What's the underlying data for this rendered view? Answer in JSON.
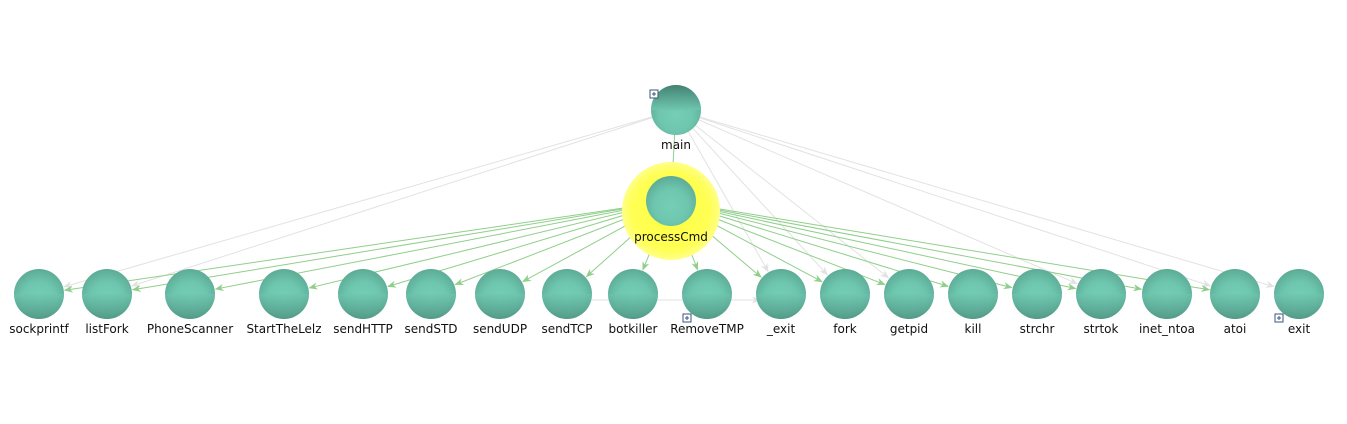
{
  "graph": {
    "root": {
      "id": "main",
      "label": "main",
      "expandable": true
    },
    "focus": {
      "id": "processCmd",
      "label": "processCmd",
      "highlighted": true
    },
    "children": [
      {
        "id": "sockprintf",
        "label": "sockprintf",
        "called_by_focus": true,
        "expandable": false
      },
      {
        "id": "listFork",
        "label": "listFork",
        "called_by_focus": true,
        "expandable": false
      },
      {
        "id": "PhoneScanner",
        "label": "PhoneScanner",
        "called_by_focus": true,
        "expandable": false
      },
      {
        "id": "StartTheLelz",
        "label": "StartTheLelz",
        "called_by_focus": true,
        "expandable": false
      },
      {
        "id": "sendHTTP",
        "label": "sendHTTP",
        "called_by_focus": true,
        "expandable": false
      },
      {
        "id": "sendSTD",
        "label": "sendSTD",
        "called_by_focus": true,
        "expandable": false
      },
      {
        "id": "sendUDP",
        "label": "sendUDP",
        "called_by_focus": true,
        "expandable": false
      },
      {
        "id": "sendTCP",
        "label": "sendTCP",
        "called_by_focus": true,
        "expandable": false
      },
      {
        "id": "botkiller",
        "label": "botkiller",
        "called_by_focus": true,
        "expandable": false
      },
      {
        "id": "RemoveTMP",
        "label": "RemoveTMP",
        "called_by_focus": true,
        "expandable": true
      },
      {
        "id": "_exit",
        "label": "_exit",
        "called_by_focus": true,
        "expandable": false
      },
      {
        "id": "fork",
        "label": "fork",
        "called_by_focus": true,
        "expandable": false
      },
      {
        "id": "getpid",
        "label": "getpid",
        "called_by_focus": true,
        "expandable": false
      },
      {
        "id": "kill",
        "label": "kill",
        "called_by_focus": true,
        "expandable": false
      },
      {
        "id": "strchr",
        "label": "strchr",
        "called_by_focus": true,
        "expandable": false
      },
      {
        "id": "strtok",
        "label": "strtok",
        "called_by_focus": true,
        "expandable": false
      },
      {
        "id": "inet_ntoa",
        "label": "inet_ntoa",
        "called_by_focus": true,
        "expandable": false
      },
      {
        "id": "atoi",
        "label": "atoi",
        "called_by_focus": true,
        "expandable": false
      },
      {
        "id": "exit",
        "label": "exit",
        "called_by_focus": false,
        "expandable": true
      }
    ],
    "root_also_calls": [
      "sockprintf",
      "listFork",
      "_exit",
      "fork",
      "getpid",
      "strtok",
      "atoi",
      "exit"
    ],
    "colors": {
      "node_top": "#3f7a6c",
      "node_body": "#6ec6ae",
      "highlight": "#ffff55",
      "edge_active": "#8fcf8a",
      "edge_faint": "#e2e2e2",
      "expand_box": "#3b5678"
    },
    "icons": {
      "expand": "plus-box-icon"
    }
  }
}
